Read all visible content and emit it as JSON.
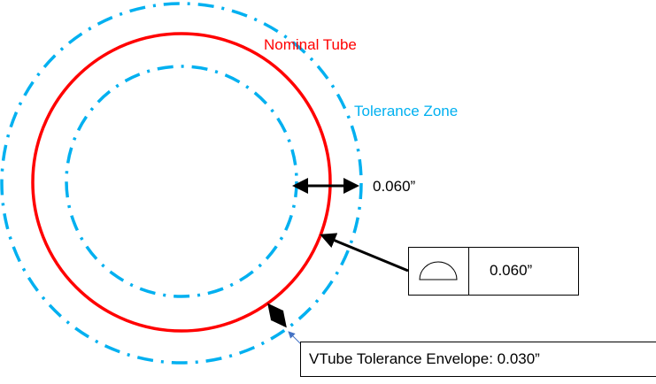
{
  "labels": {
    "nominal_tube": "Nominal Tube",
    "tolerance_zone": "Tolerance Zone",
    "zone_width": "0.060”",
    "fcf_value": "0.060”",
    "envelope": "VTube Tolerance Envelope: 0.030”"
  },
  "colors": {
    "nominal": "#ff0000",
    "tolerance": "#00b0f0",
    "arrow": "#000000",
    "leader": "#4472c4"
  },
  "icons": {
    "fcf_symbol": "profile-of-surface-icon"
  }
}
